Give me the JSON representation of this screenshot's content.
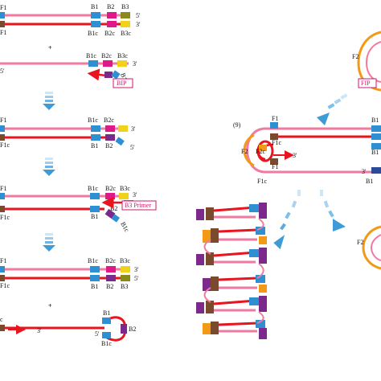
{
  "colors": {
    "strand_pink": "#f07aa0",
    "strand_red": "#e8141e",
    "blue": "#2f8fd3",
    "magenta": "#e0198a",
    "olive": "#8a8a1a",
    "yellow": "#f1d21b",
    "brown": "#7a4a2c",
    "purple": "#7b2a8c",
    "orange": "#f29a16",
    "arrow": "#3f9bd6",
    "navy": "#2b4a9a"
  },
  "labels": {
    "b1": "B1",
    "b2": "B2",
    "b3": "B3",
    "b1c": "B1c",
    "b2c": "B2c",
    "b3c": "B3c",
    "f1": "F1",
    "f1c": "F1c",
    "f2": "F2",
    "f2c": "F2c",
    "b1_partial": "B1",
    "b1_partial2": "B1",
    "b1_partial3": "B1",
    "f1_partial": "F1",
    "f1_partial2": "F1",
    "f2_right": "F2",
    "b2c_rot": "B2c",
    "b1c_rot": "B1c",
    "b1c_rot2": "B1c",
    "five_prime": "5'",
    "three_prime": "3'",
    "bip_box": "BIP",
    "fip_box": "FIP",
    "b3_primer_box": "B3 Primer",
    "step9": "(9)",
    "plus": "+",
    "frag_f1": "'1",
    "frag_f1c": "F1c",
    "frag_e": "c"
  }
}
